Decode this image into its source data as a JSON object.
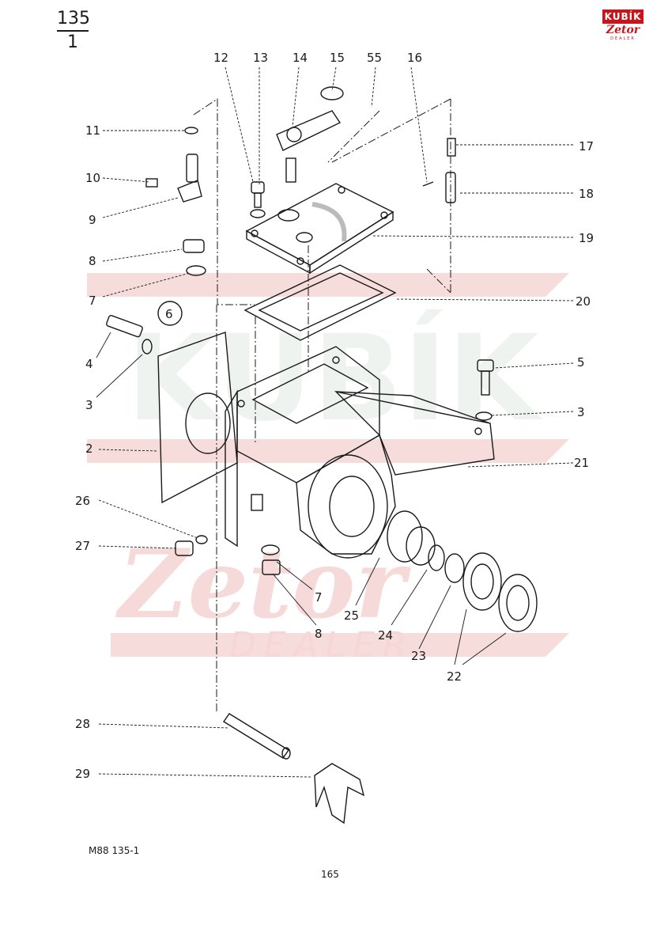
{
  "header": {
    "page_top": "135",
    "page_bottom": "1"
  },
  "logo": {
    "brand": "KUBÍK",
    "make": "Zetor",
    "tag": "DEALER"
  },
  "watermark": {
    "word1": "KUBÍK",
    "word2": "Zetor",
    "word3": "DEALER",
    "color": "#f2c4c4"
  },
  "callouts": [
    "12",
    "13",
    "14",
    "15",
    "55",
    "16",
    "11",
    "10",
    "9",
    "8",
    "7",
    "6",
    "4",
    "3",
    "2",
    "26",
    "27",
    "17",
    "18",
    "19",
    "20",
    "5",
    "3",
    "21",
    "25",
    "24",
    "23",
    "22",
    "7",
    "8",
    "28",
    "29"
  ],
  "footer": {
    "code": "M88   135-1",
    "page": "165"
  },
  "colors": {
    "ink": "#1a1a1a",
    "brand": "#c4161c"
  }
}
